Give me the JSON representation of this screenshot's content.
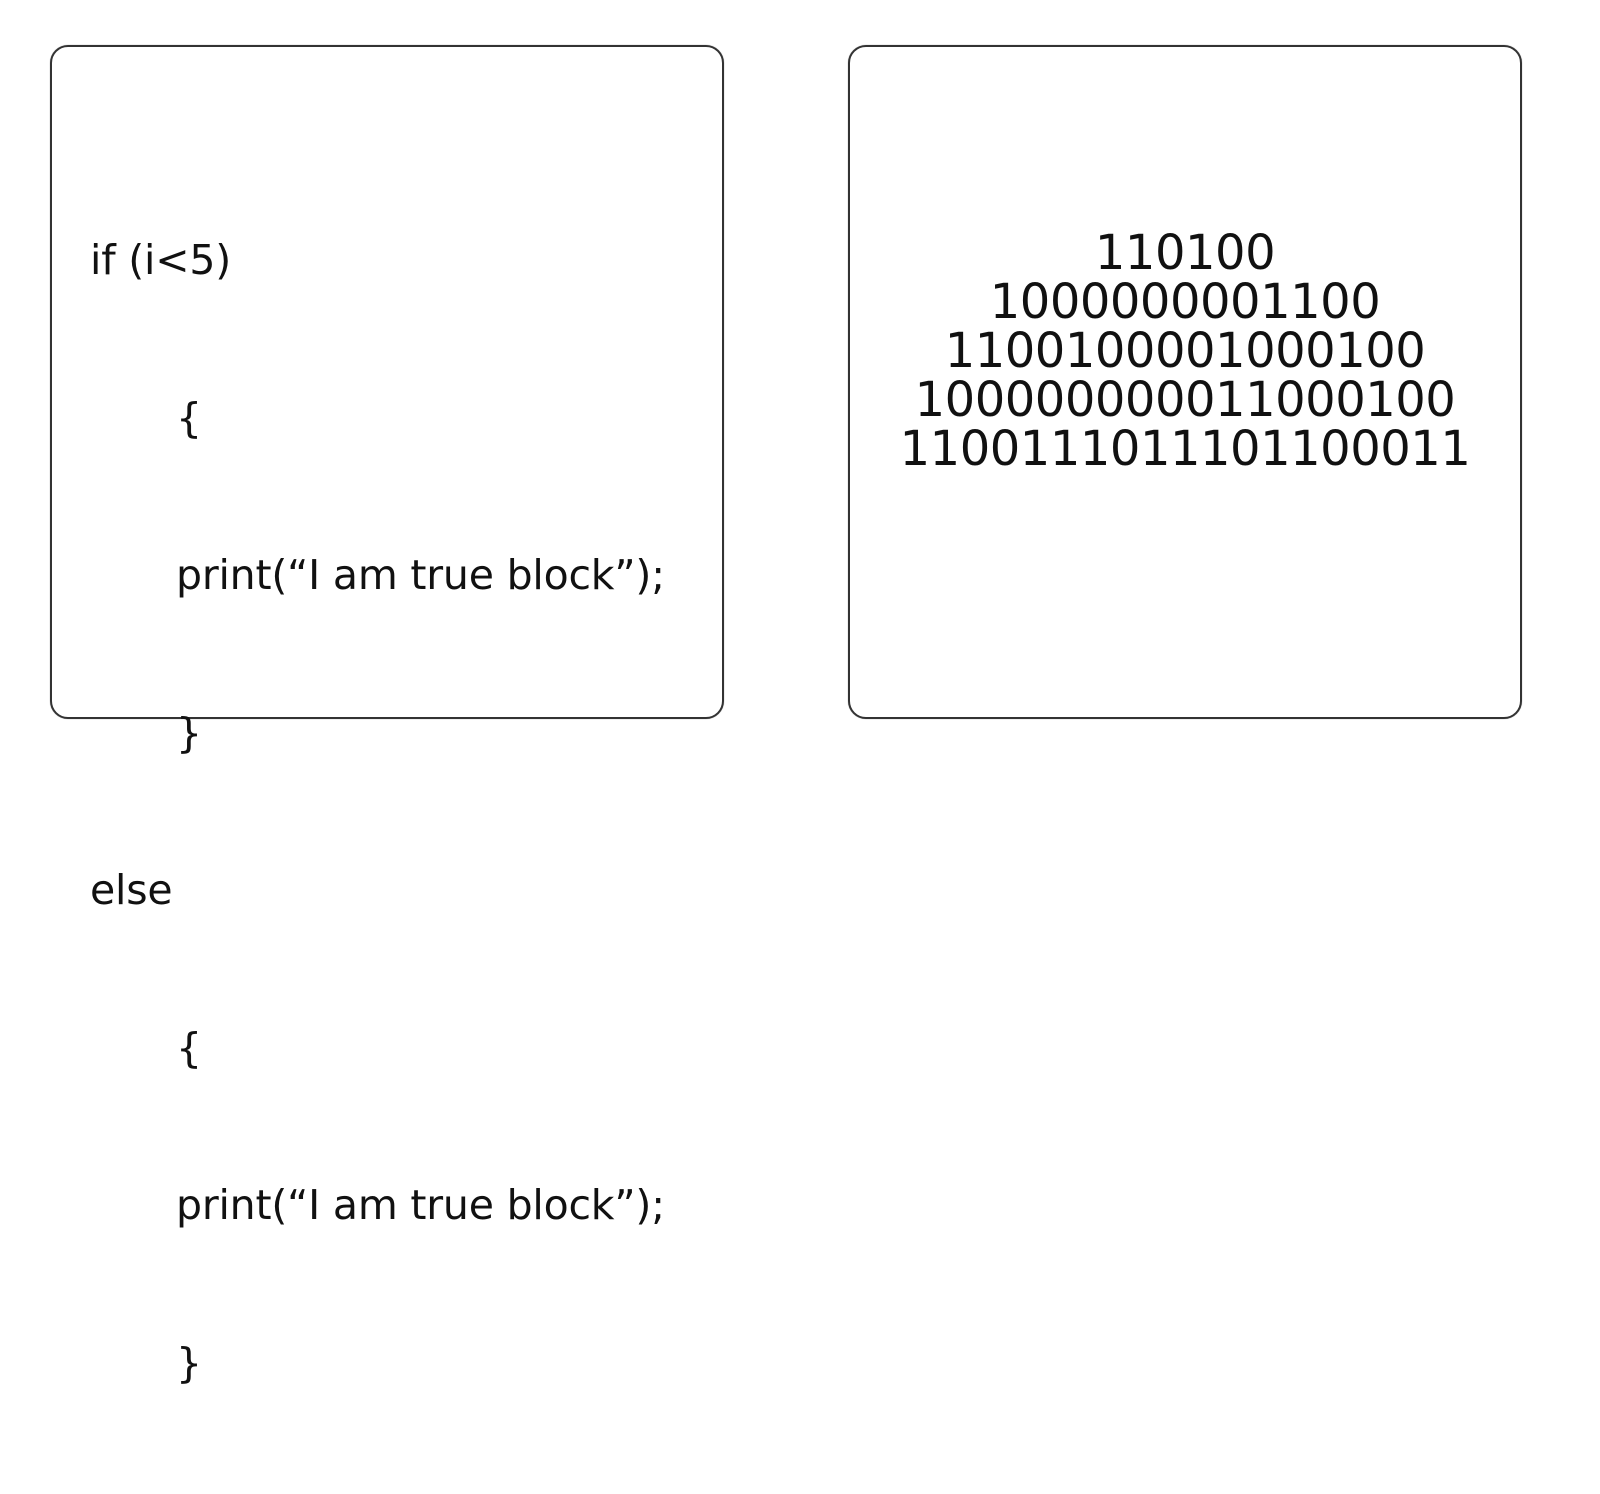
{
  "code_panel": {
    "lines": [
      {
        "text": "if (i<5)",
        "indent": 0
      },
      {
        "text": "{",
        "indent": 1
      },
      {
        "text": "print(“I am true block”);",
        "indent": 1
      },
      {
        "text": "}",
        "indent": 1
      },
      {
        "text": "else",
        "indent": 0
      },
      {
        "text": "{",
        "indent": 1
      },
      {
        "text": "print(“I am true block”);",
        "indent": 1
      },
      {
        "text": "}",
        "indent": 1
      }
    ]
  },
  "binary_panel": {
    "lines": [
      "110100",
      "1000000001100",
      "1100100001000100",
      "100000000011000100",
      "1100111011101100011"
    ]
  },
  "colors": {
    "border": "#333333",
    "text": "#111111",
    "background": "#ffffff"
  }
}
